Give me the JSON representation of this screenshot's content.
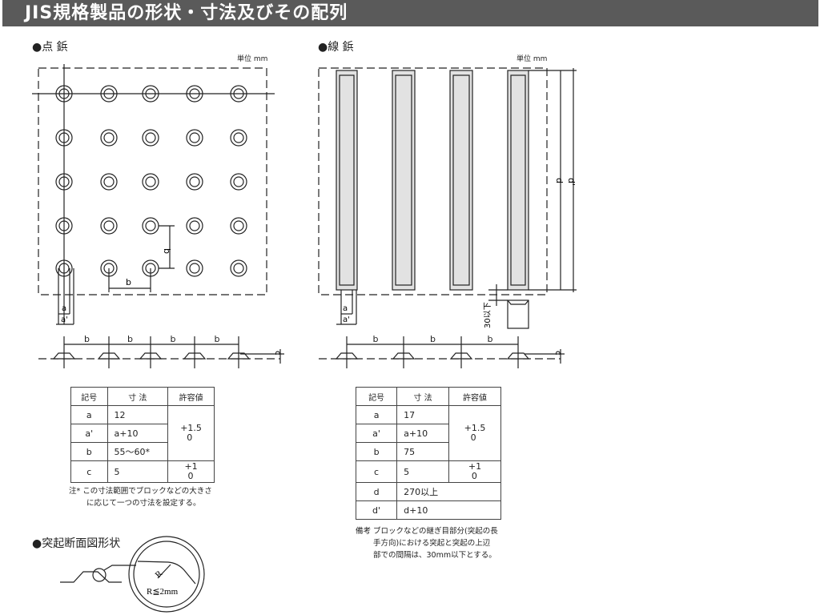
{
  "header": {
    "title": "JIS規格製品の形状・寸法及びその配列"
  },
  "dot_block": {
    "title": "●点 鋲",
    "unit": "単位 mm",
    "labels": {
      "a": "a",
      "a_prime": "a'",
      "b": "b",
      "c": "c"
    },
    "table": {
      "headers": [
        "記号",
        "寸 法",
        "許容値"
      ],
      "rows": [
        {
          "symbol": "a",
          "value": "12"
        },
        {
          "symbol": "a'",
          "value": "a+10"
        },
        {
          "symbol": "b",
          "value": "55〜60*"
        },
        {
          "symbol": "c",
          "value": "5"
        }
      ],
      "tolerance_1": {
        "upper": "+1.5",
        "lower": "0"
      },
      "tolerance_2": {
        "upper": "+1",
        "lower": "0"
      }
    },
    "note_lines": [
      "注* この寸法範囲でブロックなどの大きさ",
      "に応じて一つの寸法を設定する。"
    ]
  },
  "line_block": {
    "title": "●線 鋲",
    "unit": "単位 mm",
    "labels": {
      "a": "a",
      "a_prime": "a'",
      "b": "b",
      "c": "c",
      "d": "d",
      "d_prime": "d'",
      "gap": "30以下"
    },
    "table": {
      "headers": [
        "記号",
        "寸 法",
        "許容値"
      ],
      "rows": [
        {
          "symbol": "a",
          "value": "17"
        },
        {
          "symbol": "a'",
          "value": "a+10"
        },
        {
          "symbol": "b",
          "value": "75"
        },
        {
          "symbol": "c",
          "value": "5"
        },
        {
          "symbol": "d",
          "value": "270以上"
        },
        {
          "symbol": "d'",
          "value": "d+10"
        }
      ],
      "tolerance_1": {
        "upper": "+1.5",
        "lower": "0"
      },
      "tolerance_2": {
        "upper": "+1",
        "lower": "0"
      }
    },
    "note_lines": [
      "備考 ブロックなどの継ぎ目部分(突起の長",
      "手方向)における突起と突起の上辺",
      "部での間隔は、30mm以下とする。"
    ]
  },
  "cross_section": {
    "title": "●突起断面図形状",
    "r_label": "R",
    "r_spec": "R≦2mm"
  }
}
